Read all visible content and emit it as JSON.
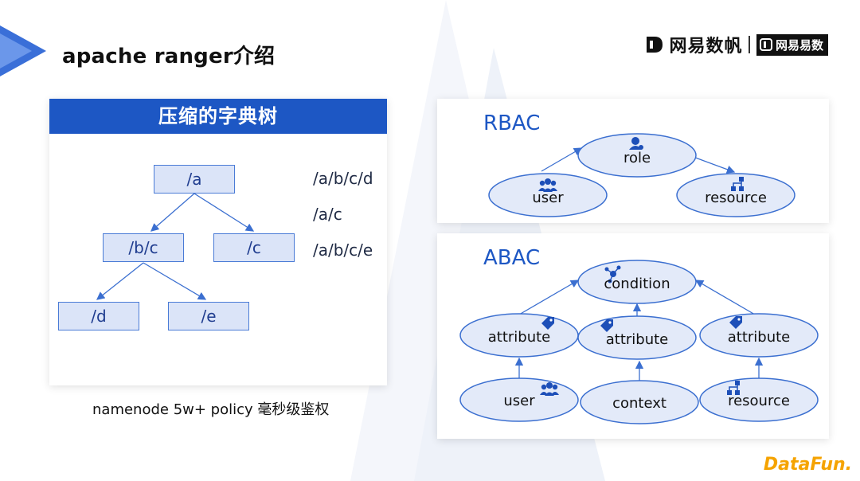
{
  "slide": {
    "title": "apache ranger介绍",
    "brand": {
      "left": "网易数帆",
      "right": "网易易数"
    },
    "watermark": "DataFun."
  },
  "tree_panel": {
    "header": "压缩的字典树",
    "nodes": [
      "/a",
      "/b/c",
      "/c",
      "/d",
      "/e"
    ],
    "paths": [
      "/a/b/c/d",
      "/a/c",
      "/a/b/c/e"
    ],
    "caption": "namenode 5w+ policy 毫秒级鉴权"
  },
  "rbac": {
    "title": "RBAC",
    "role": "role",
    "user": "user",
    "resource": "resource"
  },
  "abac": {
    "title": "ABAC",
    "condition": "condition",
    "attribute_left": "attribute",
    "attribute_mid": "attribute",
    "attribute_right": "attribute",
    "user": "user",
    "context": "context",
    "resource": "resource"
  },
  "colors": {
    "accent": "#1d57c4",
    "ellipse_fill": "#e3eaf9",
    "ellipse_stroke": "#3b6fd0",
    "node_fill": "#dbe4f8"
  }
}
